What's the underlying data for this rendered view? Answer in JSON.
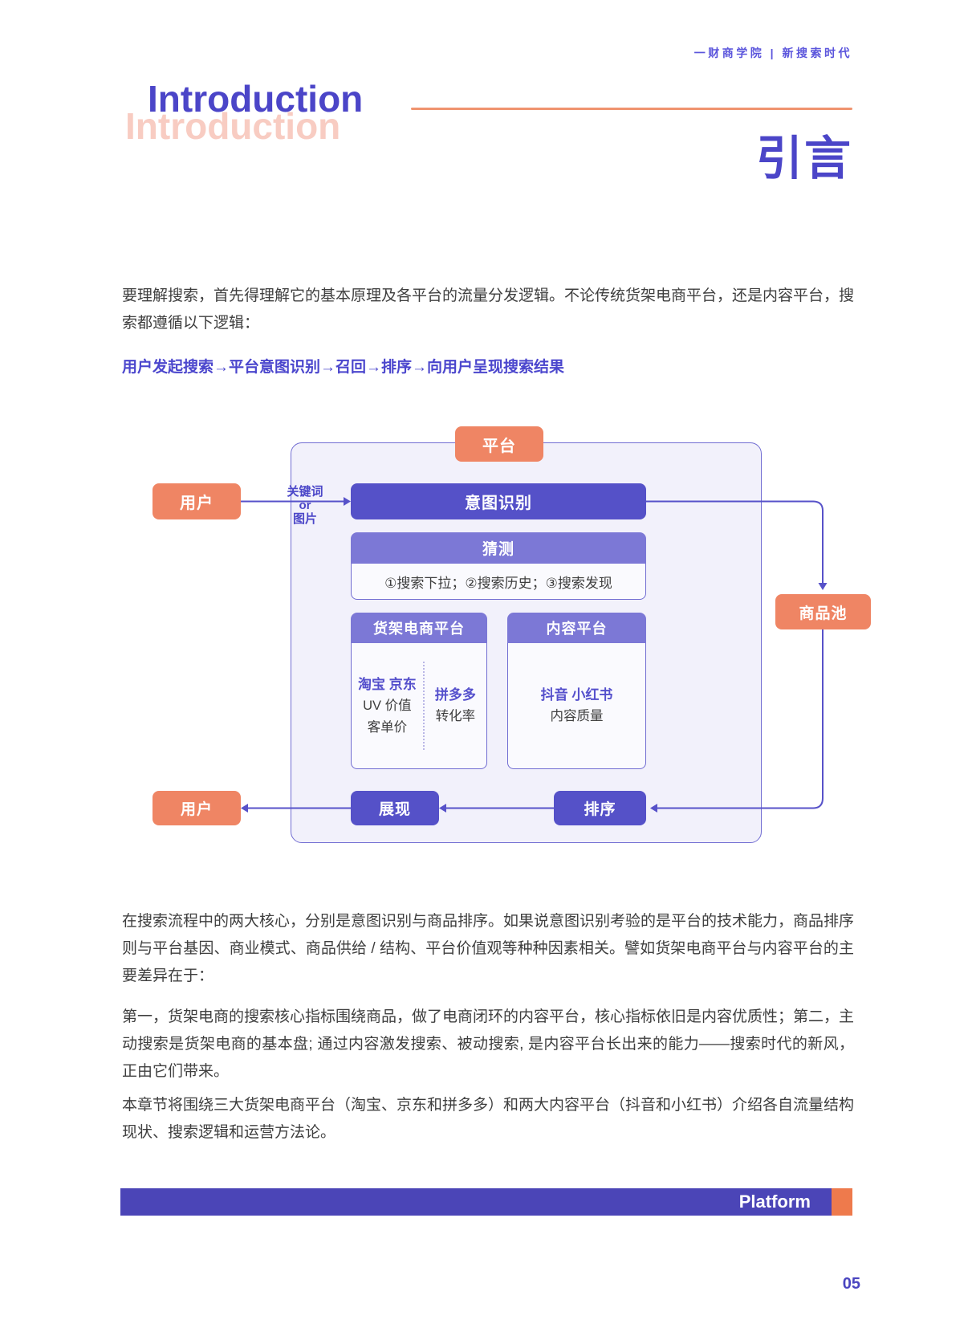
{
  "header": {
    "brand": "一财商学院 | 新搜索时代"
  },
  "title": {
    "en": "Introduction",
    "echo": "Introduction",
    "zh": "引言"
  },
  "colors": {
    "purple_primary": "#5551C8",
    "purple_header": "#7C78D6",
    "purple_text": "#4B45C8",
    "orange_box": "#EF8564",
    "orange_line": "#F0946F",
    "pink_echo": "#F8CCC2",
    "container_bg": "#F2F1FB",
    "platform_bar": "#4B45B7",
    "platform_chip": "#EE7A4C",
    "body_text": "#3E3E3E"
  },
  "intro": {
    "p1": "要理解搜索，首先得理解它的基本原理及各平台的流量分发逻辑。不论传统货架电商平台，还是内容平台，搜索都遵循以下逻辑：",
    "flow": "用户发起搜索→平台意图识别→召回→排序→向用户呈现搜索结果"
  },
  "diagram": {
    "platform": "平台",
    "user_top": "用户",
    "keyword_label": {
      "l1": "关键词",
      "l2": "or",
      "l3": "图片"
    },
    "intent": "意图识别",
    "guess": {
      "title": "猜测",
      "body": "①搜索下拉；②搜索历史；③搜索发现"
    },
    "shelf": {
      "title": "货架电商平台",
      "col1": {
        "brands": "淘宝 京东",
        "m1": "UV 价值",
        "m2": "客单价"
      },
      "col2": {
        "brands": "拼多多",
        "m1": "转化率"
      }
    },
    "content": {
      "title": "内容平台",
      "brands": "抖音 小红书",
      "m1": "内容质量"
    },
    "pool": "商品池",
    "rank": "排序",
    "display": "展现",
    "user_bottom": "用户"
  },
  "body": {
    "p2": "在搜索流程中的两大核心，分别是意图识别与商品排序。如果说意图识别考验的是平台的技术能力，商品排序则与平台基因、商业模式、商品供给 / 结构、平台价值观等种种因素相关。譬如货架电商平台与内容平台的主要差异在于：",
    "p3": "第一，货架电商的搜索核心指标围绕商品，做了电商闭环的内容平台，核心指标依旧是内容优质性；第二，主动搜索是货架电商的基本盘; 通过内容激发搜索、被动搜索, 是内容平台长出来的能力——搜索时代的新风，正由它们带来。",
    "p4": "本章节将围绕三大货架电商平台（淘宝、京东和拼多多）和两大内容平台（抖音和小红书）介绍各自流量结构现状、搜索逻辑和运营方法论。"
  },
  "footer": {
    "bar_label": "Platform",
    "page": "05"
  }
}
